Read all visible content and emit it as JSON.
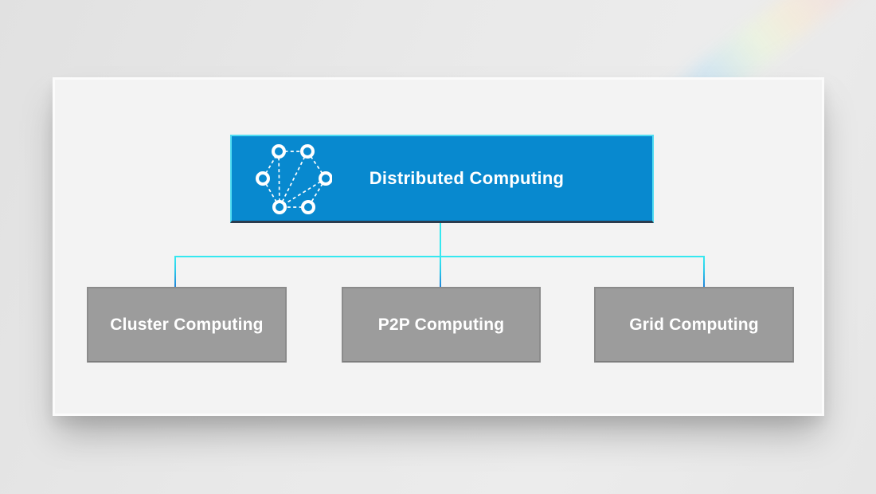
{
  "diagram": {
    "root": {
      "label": "Distributed Computing",
      "icon": "network-nodes-icon"
    },
    "children": [
      {
        "label": "Cluster Computing"
      },
      {
        "label": "P2P Computing"
      },
      {
        "label": "Grid Computing"
      }
    ]
  },
  "colors": {
    "root_fill": "#0889cf",
    "root_border": "#4fdcf2",
    "root_bottom_edge": "#2b3c4e",
    "connector_cyan": "#35e8f0",
    "connector_blue": "#1f82d8",
    "child_fill": "#9c9c9c",
    "child_border": "#8b8b8b",
    "card_fill": "#f3f3f3",
    "page_background": "#e7e7e7",
    "label_text": "#ffffff"
  }
}
